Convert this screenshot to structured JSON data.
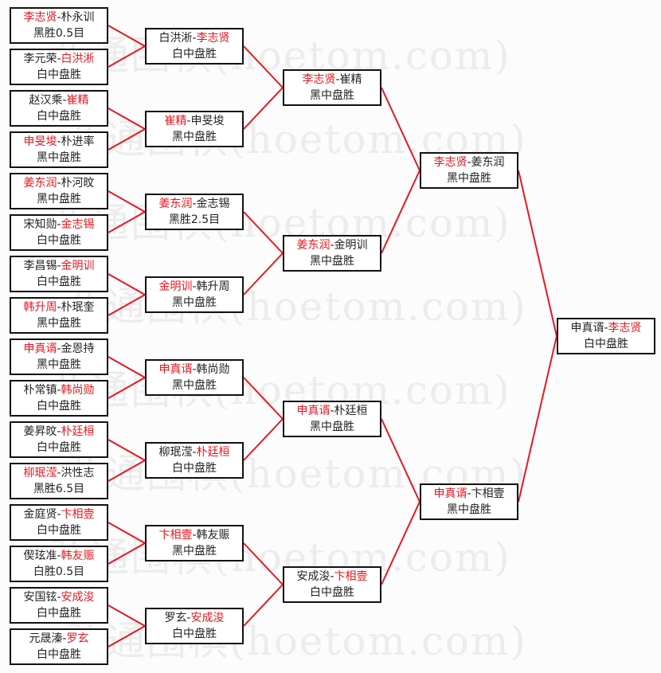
{
  "watermark": "弘通围棋(hoetom.com)",
  "colors": {
    "winner": "#e8171f",
    "line": "#e8171f",
    "border": "#111111"
  },
  "separator": "-",
  "rounds": [
    [
      {
        "p1": "李志贤",
        "p2": "朴永训",
        "winner": 1,
        "result": "黑胜0.5目"
      },
      {
        "p1": "李元荣",
        "p2": "白洪淅",
        "winner": 2,
        "result": "白中盘胜"
      },
      {
        "p1": "赵汉乘",
        "p2": "崔精",
        "winner": 2,
        "result": "白中盘胜"
      },
      {
        "p1": "申旻埈",
        "p2": "朴进率",
        "winner": 1,
        "result": "黑中盘胜"
      },
      {
        "p1": "姜东润",
        "p2": "朴河旼",
        "winner": 1,
        "result": "黑中盘胜"
      },
      {
        "p1": "宋知勋",
        "p2": "金志锡",
        "winner": 2,
        "result": "白中盘胜"
      },
      {
        "p1": "李昌锡",
        "p2": "金明训",
        "winner": 2,
        "result": "白中盘胜"
      },
      {
        "p1": "韩升周",
        "p2": "朴珉奎",
        "winner": 1,
        "result": "黑中盘胜"
      },
      {
        "p1": "申真谞",
        "p2": "金恩持",
        "winner": 1,
        "result": "黑中盘胜"
      },
      {
        "p1": "朴常镇",
        "p2": "韩尚勋",
        "winner": 2,
        "result": "白中盘胜"
      },
      {
        "p1": "姜昇旼",
        "p2": "朴廷桓",
        "winner": 2,
        "result": "白中盘胜"
      },
      {
        "p1": "柳珉滢",
        "p2": "洪性志",
        "winner": 1,
        "result": "黑胜6.5目"
      },
      {
        "p1": "金庭贤",
        "p2": "卞相壹",
        "winner": 2,
        "result": "白中盘胜"
      },
      {
        "p1": "偰玹准",
        "p2": "韩友赈",
        "winner": 2,
        "result": "白胜0.5目"
      },
      {
        "p1": "安国铉",
        "p2": "安成浚",
        "winner": 2,
        "result": "白中盘胜"
      },
      {
        "p1": "元晟溱",
        "p2": "罗玄",
        "winner": 2,
        "result": "白中盘胜"
      }
    ],
    [
      {
        "p1": "白洪淅",
        "p2": "李志贤",
        "winner": 2,
        "result": "白中盘胜"
      },
      {
        "p1": "崔精",
        "p2": "申旻埈",
        "winner": 1,
        "result": "黑中盘胜"
      },
      {
        "p1": "姜东润",
        "p2": "金志锡",
        "winner": 1,
        "result": "黑胜2.5目"
      },
      {
        "p1": "金明训",
        "p2": "韩升周",
        "winner": 1,
        "result": "黑中盘胜"
      },
      {
        "p1": "申真谞",
        "p2": "韩尚勋",
        "winner": 1,
        "result": "黑中盘胜"
      },
      {
        "p1": "柳珉滢",
        "p2": "朴廷桓",
        "winner": 2,
        "result": "白中盘胜"
      },
      {
        "p1": "卞相壹",
        "p2": "韩友赈",
        "winner": 1,
        "result": "黑中盘胜"
      },
      {
        "p1": "罗玄",
        "p2": "安成浚",
        "winner": 2,
        "result": "白中盘胜"
      }
    ],
    [
      {
        "p1": "李志贤",
        "p2": "崔精",
        "winner": 1,
        "result": "黑中盘胜"
      },
      {
        "p1": "姜东润",
        "p2": "金明训",
        "winner": 1,
        "result": "黑中盘胜"
      },
      {
        "p1": "申真谞",
        "p2": "朴廷桓",
        "winner": 1,
        "result": "黑中盘胜"
      },
      {
        "p1": "安成浚",
        "p2": "卞相壹",
        "winner": 2,
        "result": "白中盘胜"
      }
    ],
    [
      {
        "p1": "李志贤",
        "p2": "姜东润",
        "winner": 1,
        "result": "黑中盘胜"
      },
      {
        "p1": "申真谞",
        "p2": "卞相壹",
        "winner": 1,
        "result": "黑中盘胜"
      }
    ],
    [
      {
        "p1": "申真谞",
        "p2": "李志贤",
        "winner": 2,
        "result": "白中盘胜"
      }
    ]
  ]
}
